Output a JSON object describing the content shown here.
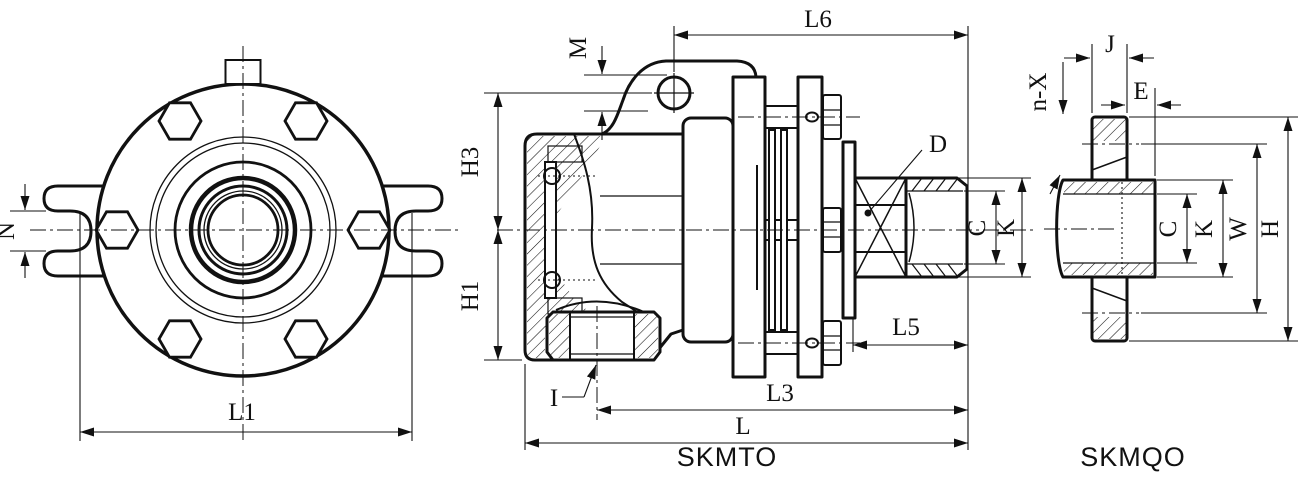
{
  "colors": {
    "ink": "#111111",
    "background": "#ffffff"
  },
  "front_view": {
    "labels": {
      "n": "N",
      "l1": "L1"
    }
  },
  "skmto_view": {
    "caption": "SKMTO",
    "labels": {
      "l6": "L6",
      "m": "M",
      "h3": "H3",
      "h1": "H1",
      "d": "D",
      "i": "I",
      "c": "C",
      "k": "K",
      "l5": "L5",
      "l3": "L3",
      "l": "L"
    }
  },
  "skmqo_view": {
    "caption": "SKMQO",
    "labels": {
      "j": "J",
      "e": "E",
      "n_x": "n-X",
      "c": "C",
      "k": "K",
      "w": "W",
      "h": "H"
    }
  }
}
